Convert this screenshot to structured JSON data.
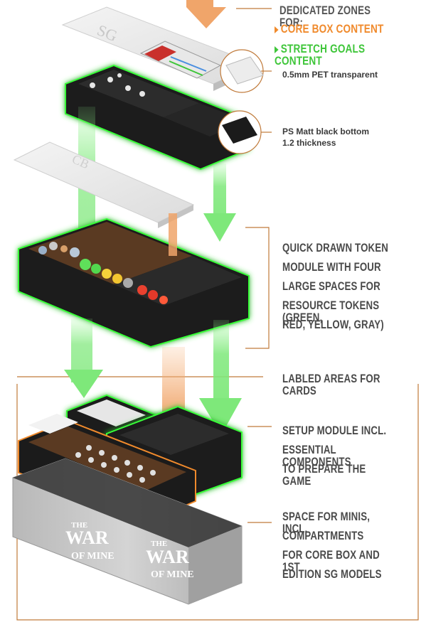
{
  "zones_header": "DEDICATED ZONES FOR:",
  "core_label": "CORE BOX CONTENT",
  "sg_label": "STRETCH GOALS CONTENT",
  "pet_label": "0.5mm PET transparent",
  "ps_label_1": "PS Matt black bottom",
  "ps_label_2": "1.2 thickness",
  "token_module": [
    "QUICK DRAWN TOKEN",
    "MODULE WITH FOUR",
    "LARGE SPACES FOR",
    "RESOURCE TOKENS (GREEN,",
    "RED, YELLOW, GRAY)"
  ],
  "cards_label": "LABLED AREAS FOR CARDS",
  "setup_module": [
    "SETUP MODULE INCL.",
    "ESSENTIAL COMPONENTS",
    "TO PREPARE THE GAME"
  ],
  "minis_space": [
    "SPACE FOR MINIS, INCL.",
    "COMPARTMENTS",
    "FOR CORE BOX AND 1ST",
    "EDITION SG MODELS"
  ],
  "lid_top_mark": "SG",
  "lid_mid_mark": "CB",
  "box_title_1": "THE",
  "box_title_2": "WAR",
  "box_title_3": "OF MINE",
  "colors": {
    "core": "#f08a2c",
    "stretch": "#3fc63a",
    "text": "#4a4a4a",
    "leader": "#c07a3a",
    "box_black": "#1b1b1b",
    "glow": "#39ff39"
  }
}
